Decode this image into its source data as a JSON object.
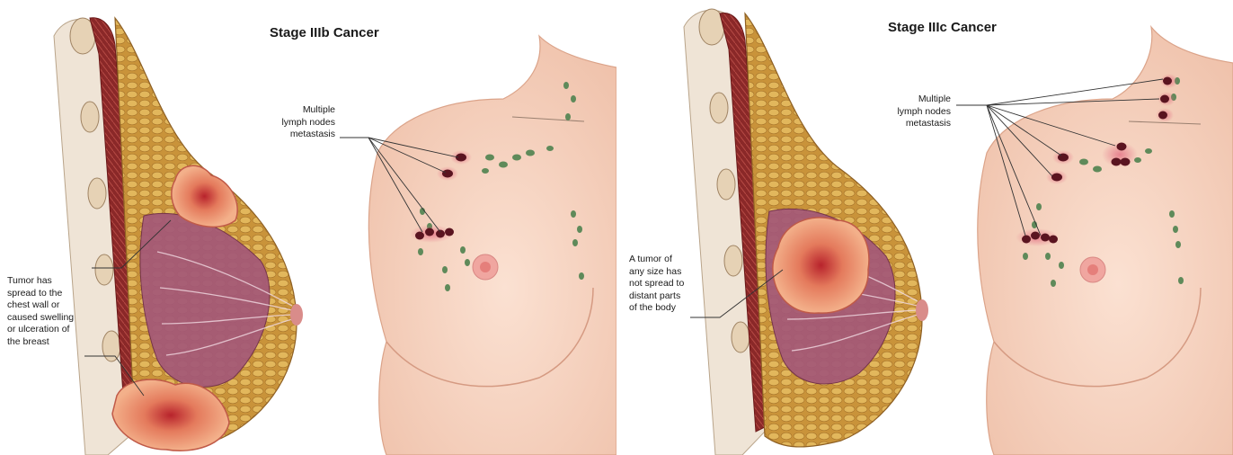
{
  "panels": [
    {
      "title": "Stage IIIb Cancer",
      "lymph_label": [
        "Multiple",
        "lymph nodes",
        "metastasis"
      ],
      "tumor_label": [
        "Tumor has",
        "spread to the",
        "chest wall or",
        "caused swelling",
        "or ulceration of",
        "the breast"
      ]
    },
    {
      "title": "Stage IIIc Cancer",
      "lymph_label": [
        "Multiple",
        "lymph nodes",
        "metastasis"
      ],
      "tumor_label": [
        "A tumor of",
        "any size has",
        "not spread to",
        "distant parts",
        "of the body"
      ]
    }
  ],
  "colors": {
    "skin": "#f6d2c0",
    "muscle": "#8e2a2a",
    "fat": "#d4a24a",
    "tissue": "#9a4a6a",
    "tumor": "#e8906a",
    "node_metastatic": "#5a1420",
    "node_normal": "#5f8a5a"
  }
}
